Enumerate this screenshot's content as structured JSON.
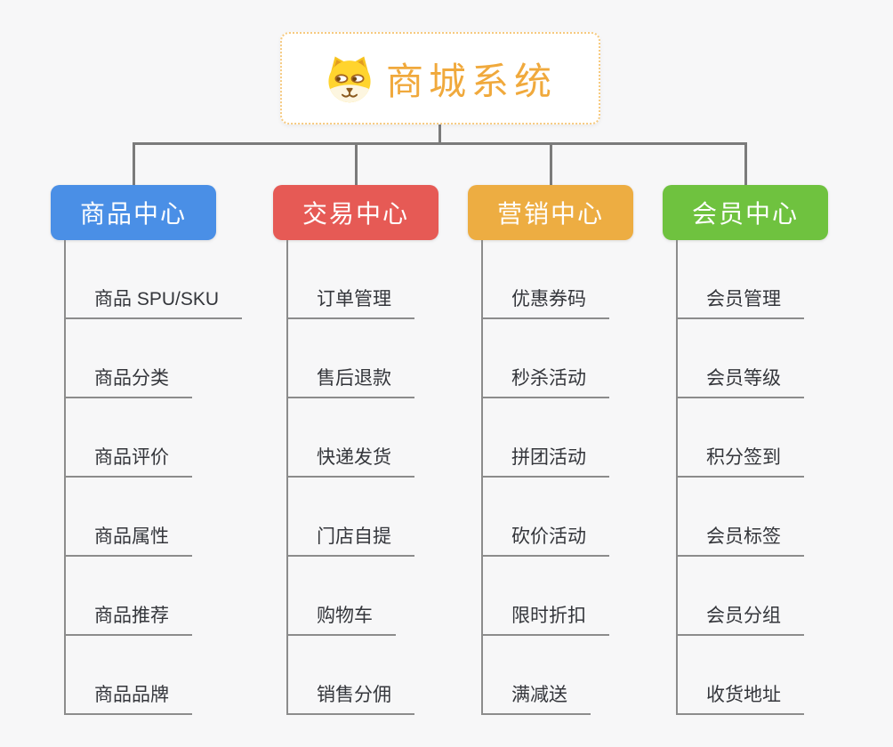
{
  "diagram": {
    "background": "#F7F7F8",
    "connector_color": "#7B7B7B",
    "line_color": "#8C8C8C",
    "root": {
      "title": "商城系统",
      "icon": "dog-face-icon",
      "title_color": "#F0A93C",
      "border_color": "#F6CA80"
    },
    "branches": [
      {
        "label": "商品中心",
        "color": "#4A8FE6",
        "children": [
          "商品 SPU/SKU",
          "商品分类",
          "商品评价",
          "商品属性",
          "商品推荐",
          "商品品牌"
        ]
      },
      {
        "label": "交易中心",
        "color": "#E65A55",
        "children": [
          "订单管理",
          "售后退款",
          "快递发货",
          "门店自提",
          "购物车",
          "销售分佣"
        ]
      },
      {
        "label": "营销中心",
        "color": "#EDAD42",
        "children": [
          "优惠券码",
          "秒杀活动",
          "拼团活动",
          "砍价活动",
          "限时折扣",
          "满减送"
        ]
      },
      {
        "label": "会员中心",
        "color": "#6FC23F",
        "children": [
          "会员管理",
          "会员等级",
          "积分签到",
          "会员标签",
          "会员分组",
          "收货地址"
        ]
      }
    ]
  }
}
